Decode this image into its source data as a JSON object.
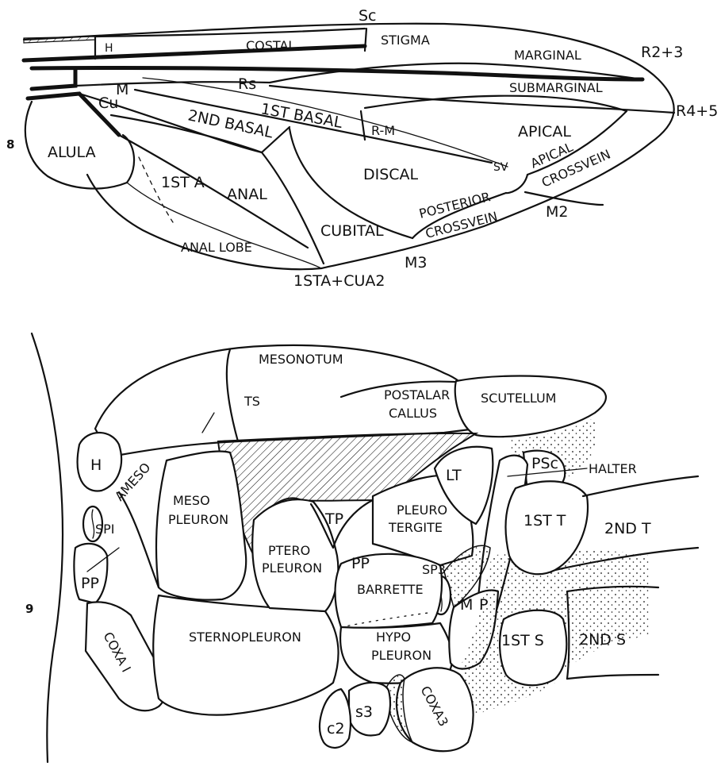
{
  "figure_numbers": {
    "wing": "8",
    "thorax": "9"
  },
  "wing": {
    "labels": {
      "sc": "Sc",
      "h": "H",
      "costal": "COSTAL",
      "stigma": "STIGMA",
      "marginal": "MARGINAL",
      "r23": "R2+3",
      "rs": "Rs",
      "submarginal": "SUBMARGINAL",
      "m": "M",
      "cu": "Cu",
      "first_basal": "1ST BASAL",
      "r45": "R4+5",
      "second_basal": "2ND BASAL",
      "rm": "R-M",
      "apical": "APICAL",
      "alula": "ALULA",
      "discal": "DISCAL",
      "sv": "SV",
      "apical_crossvein_1": "APICAL",
      "apical_crossvein_2": "CROSSVEIN",
      "first_a": "1ST A",
      "anal": "ANAL",
      "posterior_crossvein_1": "POSTERIOR",
      "posterior_crossvein_2": "CROSSVEIN",
      "m2": "M2",
      "cubital": "CUBITAL",
      "anal_lobe": "ANAL LOBE",
      "m3": "M3",
      "first_a_cua2": "1STA+CUA2"
    }
  },
  "thorax": {
    "labels": {
      "mesonotum": "MESONOTUM",
      "ts": "TS",
      "postalar_callus_1": "POSTALAR",
      "postalar_callus_2": "CALLUS",
      "scutellum": "SCUTELLUM",
      "h": "H",
      "psc": "PSc",
      "halter": "HALTER",
      "ameso": "AMESO",
      "lt": "LT",
      "mesopleuron_1": "MESO",
      "mesopleuron_2": "PLEURON",
      "tp": "TP",
      "pleurotergite_1": "PLEURO",
      "pleurotergite_2": "TERGITE",
      "first_t": "1ST T",
      "second_t": "2ND T",
      "sp1": "SPI",
      "pp_upper": "PP",
      "pteropleuron_1": "PTERO",
      "pteropleuron_2": "PLEURON",
      "sp3": "SP3",
      "pp_left": "PP",
      "barrette": "BARRETTE",
      "mp_m": "M",
      "mp_p": "P",
      "sternopleuron": "STERNOPLEURON",
      "hypopleuron_1": "HYPO",
      "hypopleuron_2": "PLEURON",
      "first_s": "1ST S",
      "second_s": "2ND S",
      "coxa1": "COXA I",
      "s3": "s3",
      "coxa3": "COXA3",
      "c2": "c2"
    }
  }
}
